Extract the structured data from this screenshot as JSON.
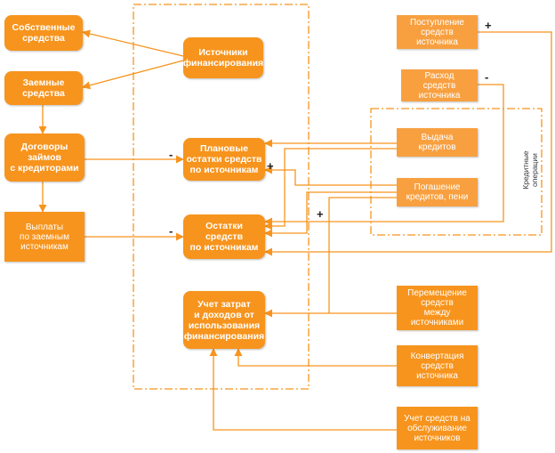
{
  "colors": {
    "box": "#f7941d",
    "arrow": "#f7941d",
    "frame": "#f7941d",
    "text": "#ffffff"
  },
  "nodes": {
    "own_funds": "Собственные\nсредства",
    "borrowed_funds": "Заемные\nсредства",
    "loan_agreements": "Договоры\nзаймов\nс кредиторами",
    "loan_payments": "Выплаты\nпо заемным\nисточникам",
    "funding_sources": "Источники\nфинансирования",
    "planned_balances": "Плановые\nостатки средств\nпо источникам",
    "source_balances": "Остатки средств\nпо источникам",
    "cost_accounting": "Учет затрат\nи доходов от\nиспользования\nфинансирования",
    "income": "Поступление\nсредств\nисточника",
    "expense": "Расход\nсредств\nисточника",
    "loan_issue": "Выдача\nкредитов",
    "loan_repayment": "Погашение\nкредитов, пени",
    "transfer": "Перемещение\nсредств\nмежду\nисточниками",
    "conversion": "Конвертация\nсредств\nисточника",
    "service_accounting": "Учет средств на\nобслуживание\nисточников"
  },
  "credit_ops_label": "Кредитные\nоперации",
  "signs": {
    "minus_planned": "-",
    "plus_planned": "+",
    "minus_balances": "-",
    "plus_income": "+",
    "minus_expense": "-",
    "plus_repayment": "+"
  }
}
